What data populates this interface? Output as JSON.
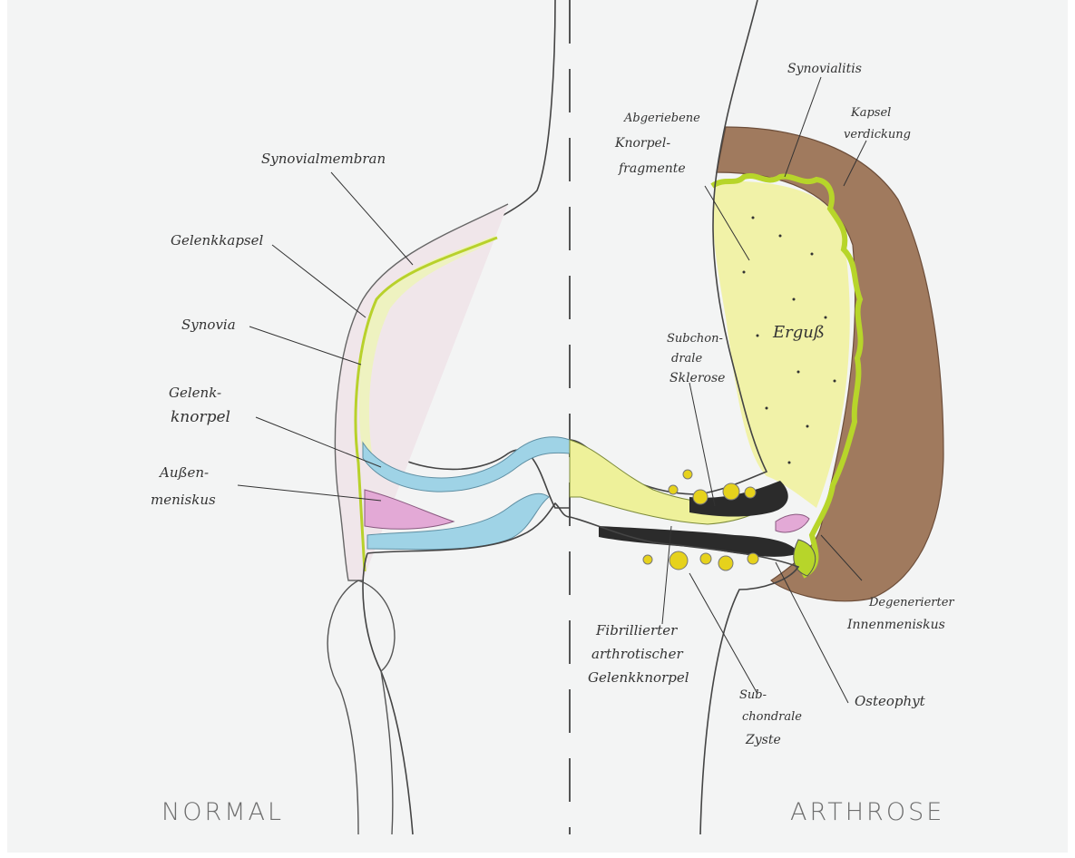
{
  "labels": {
    "synovialmembran": "Synovialmembran",
    "gelenkkapsel": "Gelenkkapsel",
    "synovia": "Synovia",
    "gelenkknorpel_1": "Gelenk-",
    "gelenkknorpel_2": "knorpel",
    "aussenmeniskus_1": "Außen-",
    "aussenmeniskus_2": "meniskus",
    "abgeriebene_1": "Abgeriebene",
    "abgeriebene_2": "Knorpel-",
    "abgeriebene_3": "fragmente",
    "synovialitis": "Synovialitis",
    "kapsel_1": "Kapsel",
    "kapsel_2": "verdickung",
    "erguss": "Erguß",
    "subchondrale_1": "Subchon-",
    "subchondrale_2": "drale",
    "subchondrale_3": "Sklerose",
    "fibrillierter_1": "Fibrillierter",
    "fibrillierter_2": "arthrotischer",
    "fibrillierter_3": "Gelenkknorpel",
    "zyste_1": "Sub-",
    "zyste_2": "chondrale",
    "zyste_3": "Zyste",
    "osteophyt": "Osteophyt",
    "innenmeniskus_1": "Degenerierter",
    "innenmeniskus_2": "Innenmeniskus"
  },
  "captions": {
    "normal": "NORMAL",
    "arthrose": "ARTHROSE"
  },
  "colors": {
    "cartilage": "#9fd3e6",
    "synovia": "#f4f6c8",
    "effusion": "#f1f2a8",
    "synovitis": "#b7d52a",
    "capsule_thick": "#a07a5e",
    "meniscus": "#e3a9d6",
    "sclerosis": "#2b2b2b",
    "cyst": "#e6d21c"
  }
}
